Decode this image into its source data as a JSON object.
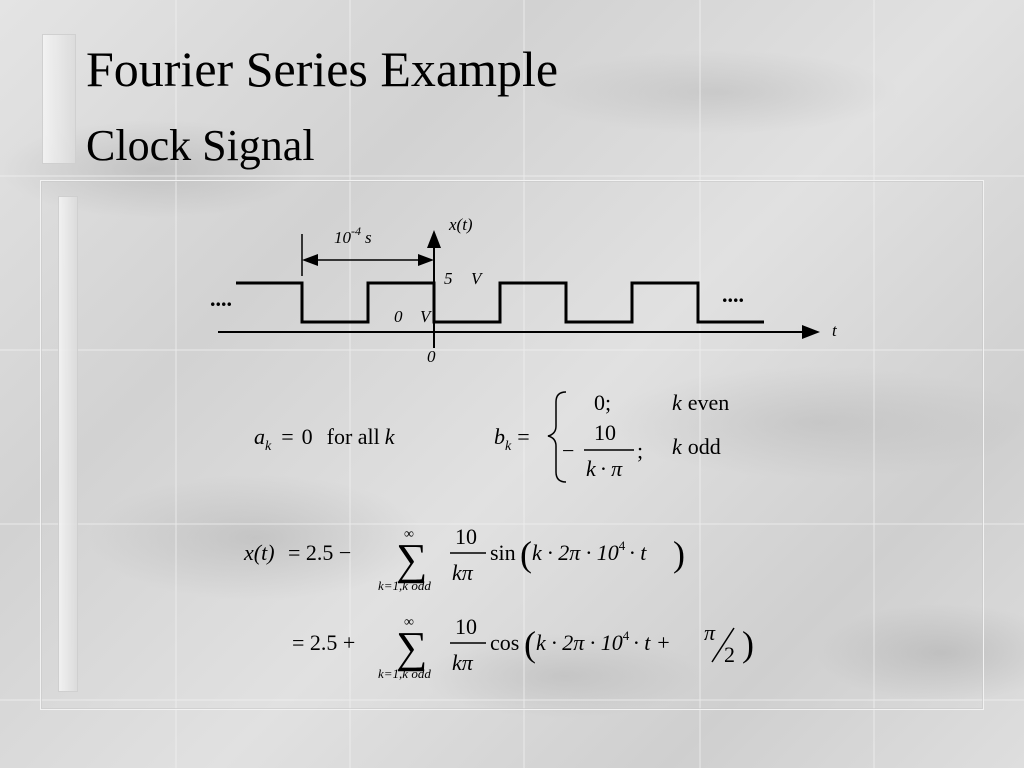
{
  "slide": {
    "title": "Fourier Series Example",
    "subtitle": "Clock Signal"
  },
  "plot": {
    "y_label": "x(t)",
    "x_label": "t",
    "period_base": "10",
    "period_exp": "-4",
    "period_unit": "s",
    "high_value": "5",
    "high_unit": "V",
    "low_value": "0",
    "low_unit": "V",
    "origin": "0",
    "ellipsis_left": "....",
    "ellipsis_right": "...."
  },
  "equations": {
    "ak_var": "a",
    "ak_sub": "k",
    "ak_eq": "=",
    "ak_value": "0",
    "ak_cond": "for all",
    "ak_k": "k",
    "bk_var": "b",
    "bk_sub": "k",
    "bk_eq": "=",
    "case1_value": "0;",
    "case1_k": "k",
    "case1_cond": "even",
    "case2_minus": "−",
    "case2_num": "10",
    "case2_den_k": "k",
    "case2_den_dot": "·",
    "case2_den_pi": "π",
    "case2_semi": ";",
    "case2_k": "k",
    "case2_cond": "odd",
    "series1_lhs": "x(t)",
    "series1_eq_const": "= 2.5 −",
    "sum_sym": "∑",
    "sum_upper": "∞",
    "sum_lower": "k=1,k odd",
    "frac_num": "10",
    "frac_den": "kπ",
    "series1_func": "sin",
    "series1_arg": "k · 2π · 10",
    "series1_exp": "4",
    "series1_tail": "· t",
    "series2_eq_const": "= 2.5 +",
    "series2_func": "cos",
    "series2_arg": "k · 2π · 10",
    "series2_exp": "4",
    "series2_tail": "· t +",
    "series2_pi": "π",
    "series2_two": "2"
  },
  "colors": {
    "ink": "#000000"
  }
}
